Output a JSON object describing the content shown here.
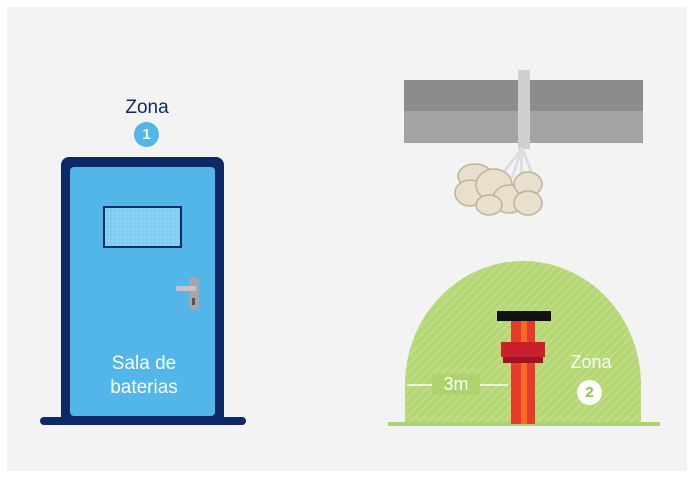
{
  "zone1": {
    "label": "Zona",
    "number": "1"
  },
  "door": {
    "caption_line1": "Sala de",
    "caption_line2": "baterias"
  },
  "zone2": {
    "label": "Zona",
    "number": "2",
    "distance": "3m"
  },
  "colors": {
    "navy": "#0d2a66",
    "door_blue": "#52b6e8",
    "zone_green": "#aed26c",
    "hydrant_red": "#e63a2e",
    "pipe_gray": "#8c8c8c"
  }
}
